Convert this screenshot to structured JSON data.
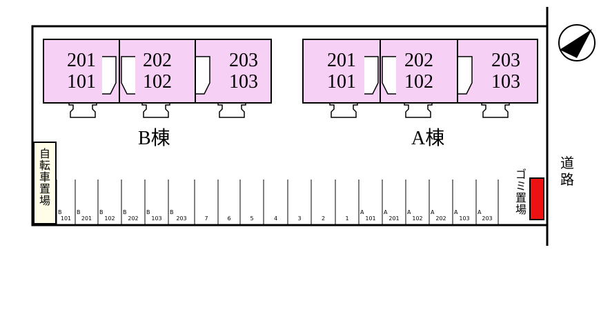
{
  "buildings": [
    {
      "label": "B棟",
      "units": [
        {
          "upper": "201",
          "lower": "101"
        },
        {
          "upper": "202",
          "lower": "102"
        },
        {
          "upper": "203",
          "lower": "103"
        }
      ]
    },
    {
      "label": "A棟",
      "units": [
        {
          "upper": "201",
          "lower": "101"
        },
        {
          "upper": "202",
          "lower": "102"
        },
        {
          "upper": "203",
          "lower": "103"
        }
      ]
    }
  ],
  "bicycle_parking": {
    "label": "自転車置場"
  },
  "garbage_area": {
    "label": "ゴミ置場",
    "color": "#ee1111"
  },
  "road": {
    "label": "道路"
  },
  "parking_spaces": [
    {
      "building": "B",
      "unit": "101"
    },
    {
      "building": "B",
      "unit": "201"
    },
    {
      "building": "B",
      "unit": "102"
    },
    {
      "building": "B",
      "unit": "202"
    },
    {
      "building": "B",
      "unit": "103"
    },
    {
      "building": "B",
      "unit": "203"
    },
    {
      "building": "",
      "unit": "7"
    },
    {
      "building": "",
      "unit": "6"
    },
    {
      "building": "",
      "unit": "5"
    },
    {
      "building": "",
      "unit": "4"
    },
    {
      "building": "",
      "unit": "3"
    },
    {
      "building": "",
      "unit": "2"
    },
    {
      "building": "",
      "unit": "1"
    },
    {
      "building": "A",
      "unit": "101"
    },
    {
      "building": "A",
      "unit": "201"
    },
    {
      "building": "A",
      "unit": "102"
    },
    {
      "building": "A",
      "unit": "202"
    },
    {
      "building": "A",
      "unit": "103"
    },
    {
      "building": "A",
      "unit": "203"
    }
  ],
  "colors": {
    "unit_fill": "#f7d0f5",
    "bicycle_fill": "#fffde8",
    "line": "#000000"
  },
  "compass": {
    "icon": "north-arrow-icon"
  }
}
